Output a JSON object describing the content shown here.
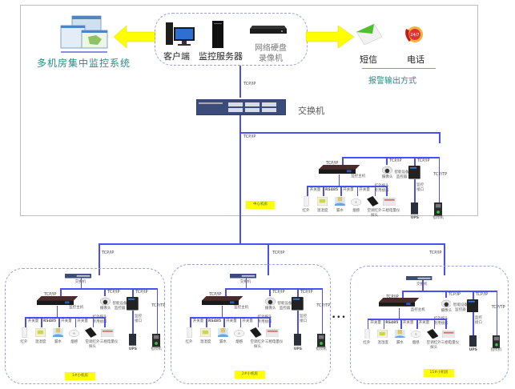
{
  "top": {
    "system_title": "多机房集中监控系统",
    "devices": {
      "client": "客户端",
      "server": "监控服务器",
      "nvr_line1": "网络硬盘",
      "nvr_line2": "录像机"
    },
    "alarm": {
      "sms": "短信",
      "phone": "电话",
      "title": "报警输出方式",
      "phone_badge": "24/7"
    },
    "protocol": "TCP/IP",
    "switch_label": "交换机",
    "center_room_label": "中心机房"
  },
  "room_template": {
    "switch_label": "交换机",
    "host": "监控主机",
    "camera": "摄像头",
    "smart_monitor_line1": "智能设备",
    "smart_monitor_line2": "监控器",
    "tcpip": "TCP/IP",
    "tcptp": "TCP/TP",
    "rs485": "RS485",
    "switch_qty": "开关量",
    "ir_port_line1": "红外探头",
    "ir_port_line2": "专用接口",
    "monitor_port_line1": "监控",
    "monitor_port_line2": "接口",
    "sensors": {
      "infrared": "红外",
      "temp_humidity": "温湿度",
      "water_leak": "漏水",
      "smoke": "烟感",
      "ac_ir_line1": "空调红外",
      "ac_ir_line2": "探头",
      "power_meter": "三相电量仪",
      "ups": "UPS",
      "fingerprint": "指纹机"
    }
  },
  "rooms": [
    {
      "label": "1#小机房"
    },
    {
      "label": "2#小机房"
    },
    {
      "label": "15#小机房"
    }
  ],
  "ellipsis": "• • •",
  "colors": {
    "link": "#4a4ff0",
    "arrow": "#ffff00",
    "label_bg": "#ffff00",
    "title_teal": "#2a8a84",
    "dotted_border": "#9aa0d8"
  }
}
